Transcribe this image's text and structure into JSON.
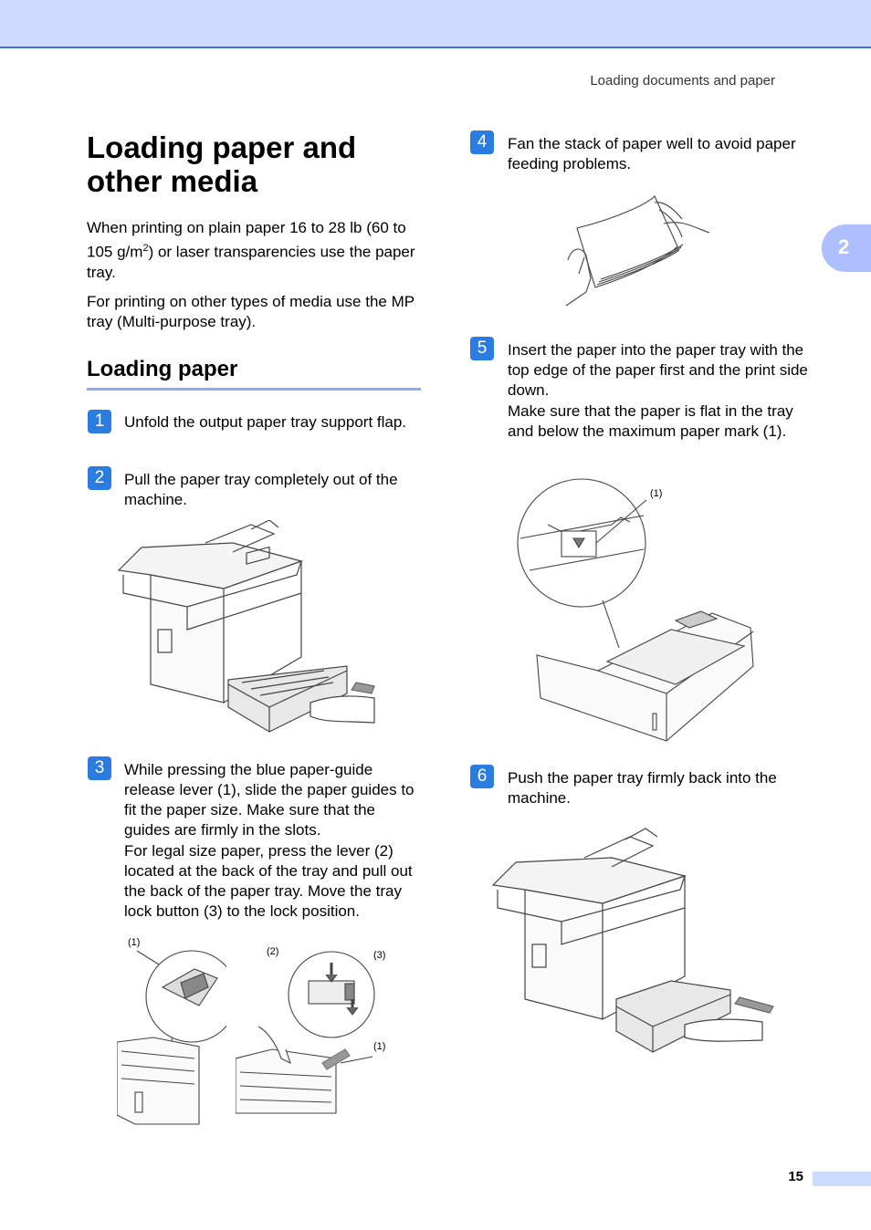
{
  "header": {
    "running_head": "Loading documents and paper",
    "chapter_number": "2"
  },
  "title": "Loading paper and other media",
  "intro": {
    "p1_before_sup": "When printing on plain paper 16 to 28 lb (60 to 105 g/m",
    "p1_sup": "2",
    "p1_after_sup": ") or laser transparencies use the paper tray.",
    "p2": "For printing on other types of media use the MP tray (Multi-purpose tray)."
  },
  "section_title": "Loading paper",
  "steps": [
    {
      "num": "1",
      "text": "Unfold the output paper tray support flap."
    },
    {
      "num": "2",
      "text": "Pull the paper tray completely out of the machine."
    },
    {
      "num": "3",
      "text": "While pressing the blue paper-guide release lever (1), slide the paper guides to fit the paper size. Make sure that the guides are firmly in the slots.",
      "text2": "For legal size paper, press the lever (2) located at the back of the tray and pull out the back of the paper tray. Move the tray lock button (3) to the lock position."
    },
    {
      "num": "4",
      "text": "Fan the stack of paper well to avoid paper feeding problems."
    },
    {
      "num": "5",
      "text": "Insert the paper into the paper tray with the top edge of the paper first and the print side down.",
      "text2": "Make sure that the paper is flat in the tray and below the maximum paper mark (1)."
    },
    {
      "num": "6",
      "text": "Push the paper tray firmly back into the machine."
    }
  ],
  "callouts": {
    "step3_left": "(1)",
    "step3_lever": "(2)",
    "step3_lock": "(3)",
    "step3_right": "(1)",
    "step5_mark": "(1)"
  },
  "footer": {
    "page_number": "15"
  },
  "colors": {
    "accent": "#2a7ce0",
    "header_bar": "#ccdcff",
    "rule": "#8fa9f4"
  }
}
